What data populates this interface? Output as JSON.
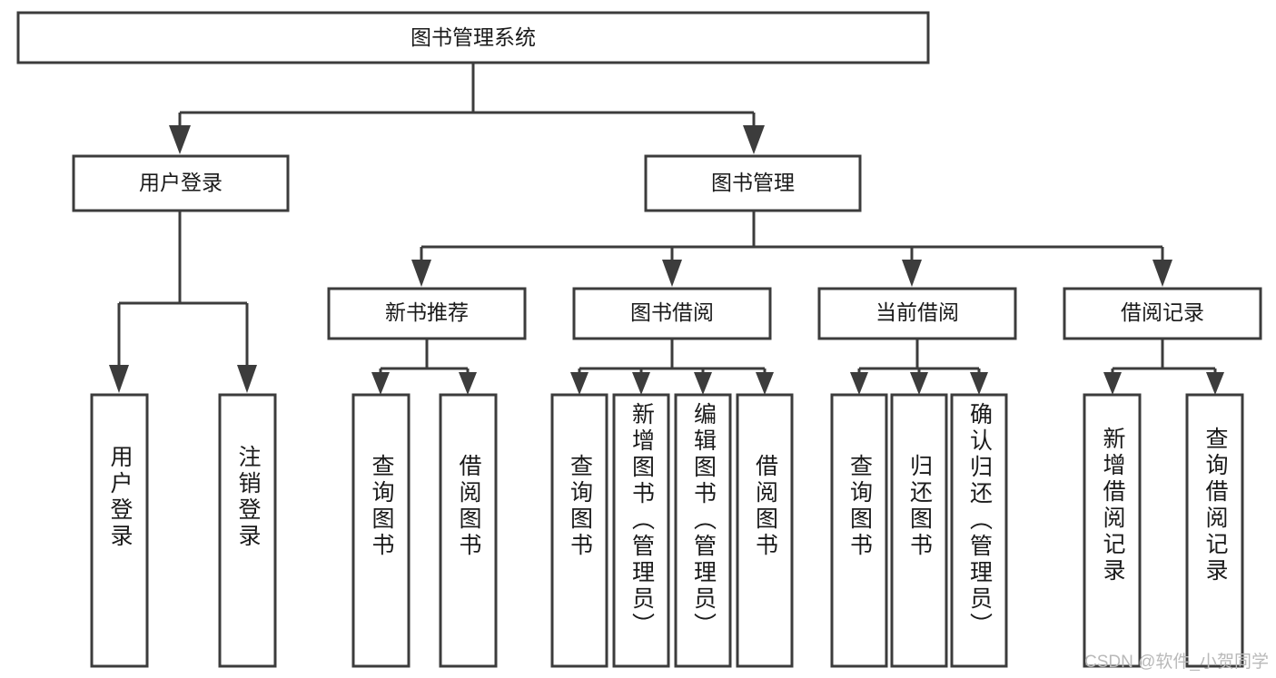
{
  "diagram": {
    "type": "tree-hierarchy",
    "title": "图书管理系统",
    "colors": {
      "box_stroke": "#3c3c3c",
      "box_fill": "#ffffff",
      "connector": "#3c3c3c",
      "text": "#1a1a1a",
      "background": "#ffffff",
      "watermark": "#b9b9b9"
    },
    "root": {
      "label": "图书管理系统"
    },
    "level2": [
      {
        "label": "用户登录"
      },
      {
        "label": "图书管理"
      }
    ],
    "level3": [
      {
        "label": "新书推荐"
      },
      {
        "label": "图书借阅"
      },
      {
        "label": "当前借阅"
      },
      {
        "label": "借阅记录"
      }
    ],
    "leaves": {
      "user_login": [
        {
          "label": "用户登录"
        },
        {
          "label": "注销登录"
        }
      ],
      "new_book_recommend": [
        {
          "label": "查询图书"
        },
        {
          "label": "借阅图书"
        }
      ],
      "book_borrow": [
        {
          "label": "查询图书"
        },
        {
          "label": "新增图书（管理员）"
        },
        {
          "label": "编辑图书（管理员）"
        },
        {
          "label": "借阅图书"
        }
      ],
      "current_borrow": [
        {
          "label": "查询图书"
        },
        {
          "label": "归还图书"
        },
        {
          "label": "确认归还（管理员）"
        }
      ],
      "borrow_record": [
        {
          "label": "新增借阅记录"
        },
        {
          "label": "查询借阅记录"
        }
      ]
    }
  },
  "watermark": {
    "text": "CSDN @软件_小贺同学"
  }
}
